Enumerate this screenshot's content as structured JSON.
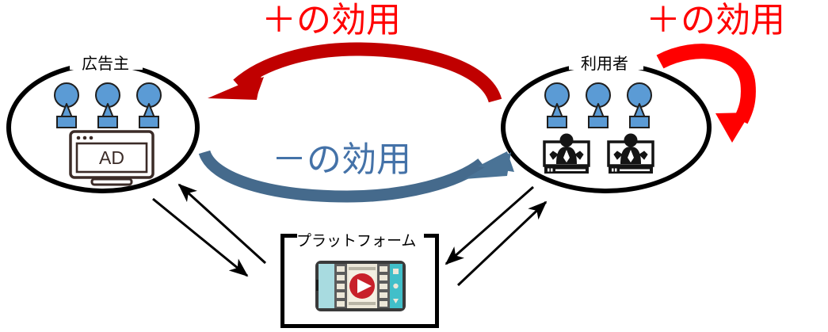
{
  "diagram": {
    "title_semantic": "two-sided-market-utility-diagram",
    "background_color": "#ffffff"
  },
  "groups": {
    "advertiser": {
      "label": "広告主",
      "icons": [
        "person-icon",
        "person-icon",
        "person-icon",
        "ad-monitor-icon"
      ],
      "ad_screen_text": "AD",
      "person_color": "#5b9bd5",
      "outline_color": "#000000"
    },
    "user": {
      "label": "利用者",
      "icons": [
        "person-icon",
        "person-icon",
        "person-icon",
        "video-viewer-icon",
        "video-viewer-icon"
      ],
      "person_color": "#5b9bd5",
      "outline_color": "#000000"
    }
  },
  "platform": {
    "label": "プラットフォーム",
    "icon": "smartphone-video-play-icon",
    "outline_color": "#000000",
    "play_button_color": "#c8202a"
  },
  "labels": {
    "plus_utility_left": "＋の効用",
    "plus_utility_right": "＋の効用",
    "minus_utility": "－の効用"
  },
  "colors": {
    "positive_utility": "#ff0000",
    "positive_arrow": "#c00000",
    "negative_utility": "#4472a8",
    "negative_arrow": "#456a8c",
    "plain_arrow": "#000000"
  },
  "arrows": [
    {
      "name": "positive-utility-user-to-advertiser",
      "from": "利用者",
      "to": "広告主",
      "style": "thick-curved",
      "color": "#c00000",
      "label": "＋の効用"
    },
    {
      "name": "negative-utility-advertiser-to-user",
      "from": "広告主",
      "to": "利用者",
      "style": "thick-curved",
      "color": "#456a8c",
      "label": "－の効用"
    },
    {
      "name": "positive-utility-user-self-loop",
      "from": "利用者",
      "to": "利用者",
      "style": "thick-hook",
      "color": "#ff0000",
      "label": "＋の効用"
    },
    {
      "name": "advertiser-to-platform",
      "from": "広告主",
      "to": "プラットフォーム",
      "style": "thin-line",
      "color": "#000000",
      "label": ""
    },
    {
      "name": "platform-to-advertiser",
      "from": "プラットフォーム",
      "to": "広告主",
      "style": "thin-line",
      "color": "#000000",
      "label": ""
    },
    {
      "name": "platform-to-user",
      "from": "プラットフォーム",
      "to": "利用者",
      "style": "thin-line",
      "color": "#000000",
      "label": ""
    },
    {
      "name": "user-to-platform",
      "from": "利用者",
      "to": "プラットフォーム",
      "style": "thin-line",
      "color": "#000000",
      "label": ""
    }
  ]
}
